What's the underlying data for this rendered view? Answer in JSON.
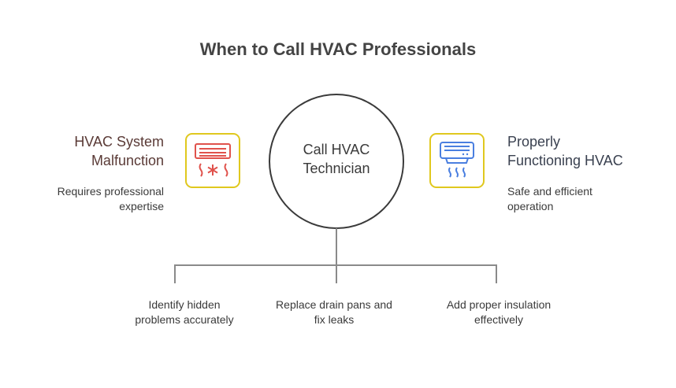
{
  "title": "When to Call HVAC Professionals",
  "center": {
    "label_line1": "Call HVAC",
    "label_line2": "Technician"
  },
  "left": {
    "heading_line1": "HVAC System",
    "heading_line2": "Malfunction",
    "desc_line1": "Requires professional",
    "desc_line2": "expertise",
    "icon": "ac-unit-cold-icon",
    "icon_color": "#e0524c"
  },
  "right": {
    "heading_line1": "Properly",
    "heading_line2": "Functioning HVAC",
    "desc_line1": "Safe and efficient",
    "desc_line2": "operation",
    "icon": "ac-unit-airflow-icon",
    "icon_color": "#4a7fe0"
  },
  "branches": [
    {
      "line1": "Identify hidden",
      "line2": "problems accurately"
    },
    {
      "line1": "Replace drain pans and",
      "line2": "fix leaks"
    },
    {
      "line1": "Add proper insulation",
      "line2": "effectively"
    }
  ],
  "colors": {
    "icon_border": "#e0c81e",
    "connector": "#8a8a8a",
    "circle": "#3a3a3a"
  }
}
